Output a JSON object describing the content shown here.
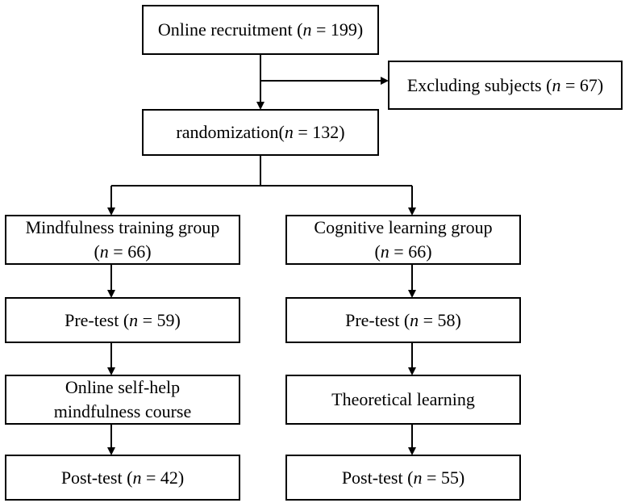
{
  "boxes": {
    "recruit": {
      "pre": "Online recruitment (",
      "n": "n",
      "post": " = 199)"
    },
    "exclude": {
      "pre": "Excluding subjects (",
      "n": "n",
      "post": " = 67)"
    },
    "random": {
      "pre": "randomization(",
      "n": "n",
      "post": " = 132)"
    },
    "mind_group": {
      "line1": "Mindfulness training group",
      "pre": "(",
      "n": "n",
      "post": " = 66)"
    },
    "cog_group": {
      "line1": "Cognitive learning group",
      "pre": "(",
      "n": "n",
      "post": " = 66)"
    },
    "mind_pre": {
      "pre": "Pre-test (",
      "n": "n",
      "post": " = 59)"
    },
    "cog_pre": {
      "pre": "Pre-test (",
      "n": "n",
      "post": " = 58)"
    },
    "mind_course": {
      "line1": "Online self-help",
      "line2": "mindfulness course"
    },
    "cog_theory": {
      "line1": "Theoretical learning"
    },
    "mind_post": {
      "pre": "Post-test (",
      "n": "n",
      "post": " = 42)"
    },
    "cog_post": {
      "pre": "Post-test (",
      "n": "n",
      "post": " = 55)"
    }
  }
}
